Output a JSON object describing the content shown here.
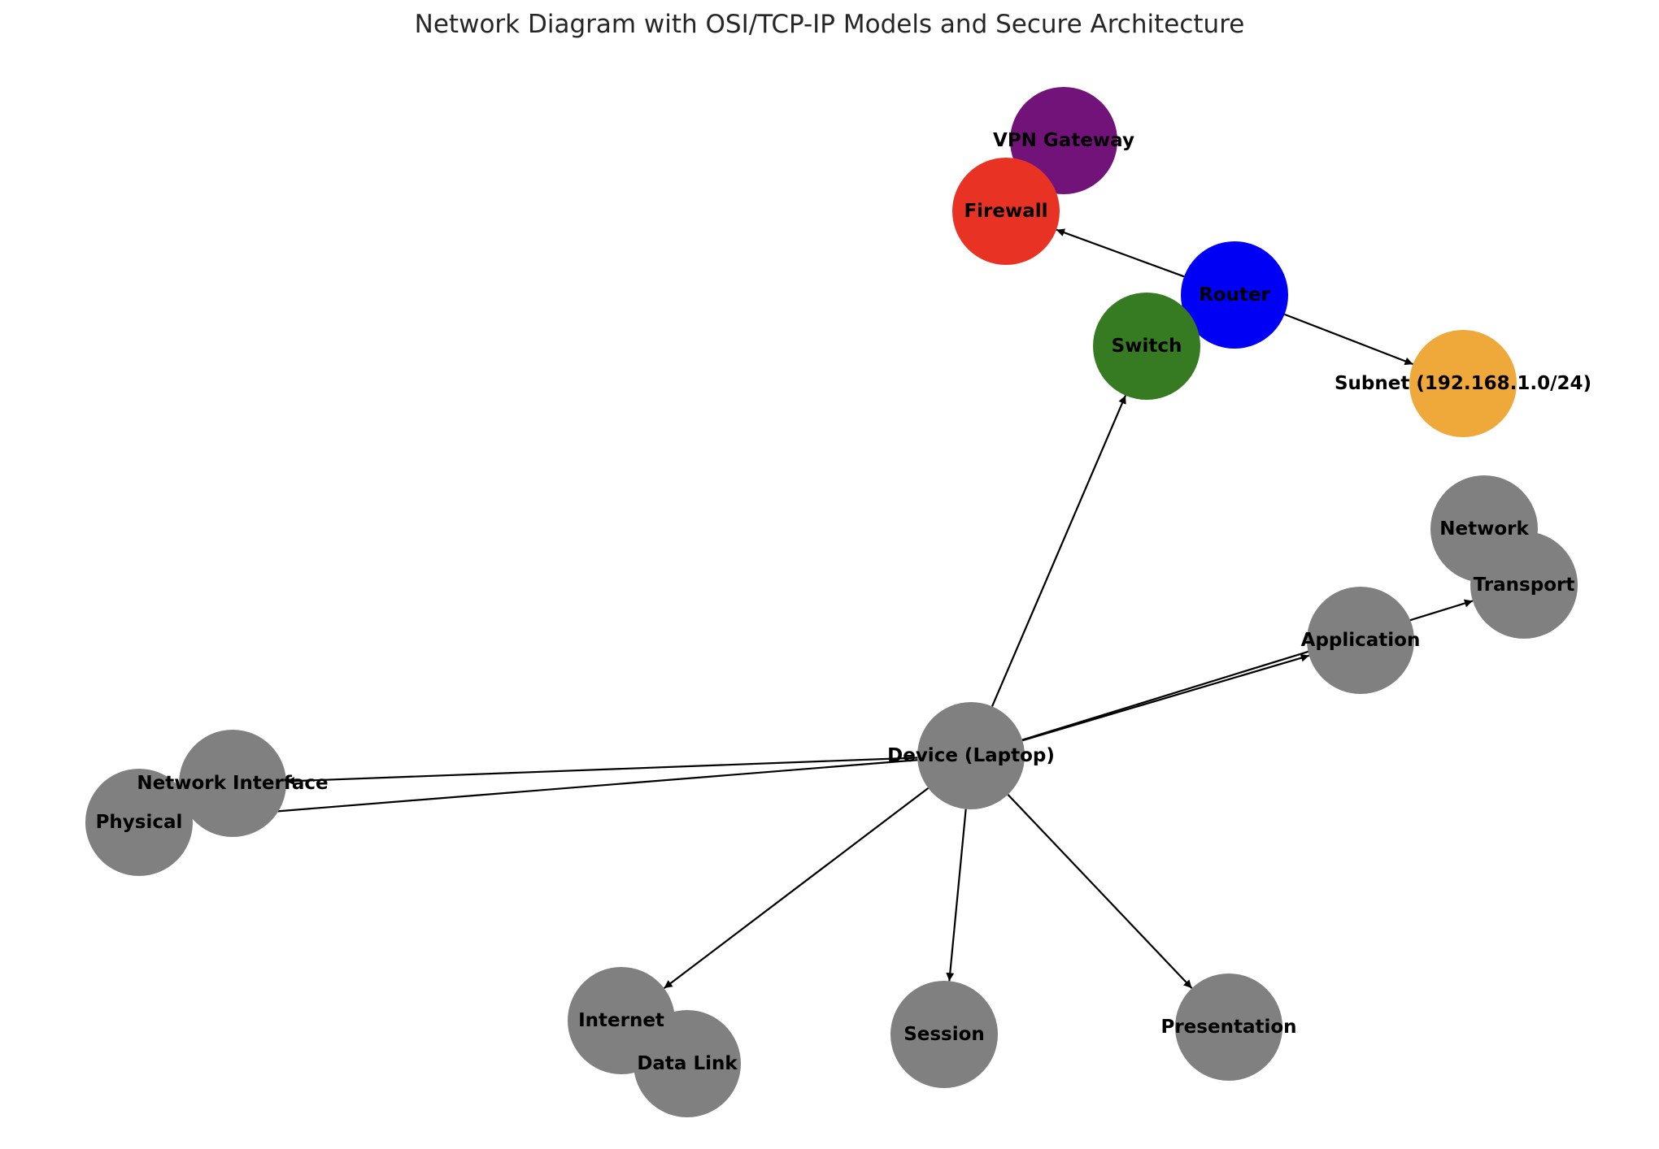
{
  "title": "Network Diagram with OSI/TCP-IP Models and Secure Architecture",
  "nodes": [
    {
      "id": "vpn",
      "label": "VPN Gateway",
      "color": "#72137a"
    },
    {
      "id": "firewall",
      "label": "Firewall",
      "color": "#e83324"
    },
    {
      "id": "router",
      "label": "Router",
      "color": "#0000f5"
    },
    {
      "id": "switch",
      "label": "Switch",
      "color": "#367a21"
    },
    {
      "id": "subnet",
      "label": "Subnet (192.168.1.0/24)",
      "color": "#efa93b"
    },
    {
      "id": "network",
      "label": "Network",
      "color": "#808080"
    },
    {
      "id": "transport",
      "label": "Transport",
      "color": "#808080"
    },
    {
      "id": "application",
      "label": "Application",
      "color": "#808080"
    },
    {
      "id": "device",
      "label": "Device (Laptop)",
      "color": "#808080"
    },
    {
      "id": "netiface",
      "label": "Network Interface",
      "color": "#808080"
    },
    {
      "id": "physical",
      "label": "Physical",
      "color": "#808080"
    },
    {
      "id": "internet",
      "label": "Internet",
      "color": "#808080"
    },
    {
      "id": "datalink",
      "label": "Data Link",
      "color": "#808080"
    },
    {
      "id": "session",
      "label": "Session",
      "color": "#808080"
    },
    {
      "id": "presentation",
      "label": "Presentation",
      "color": "#808080"
    }
  ],
  "edges": [
    {
      "from": "router",
      "to": "firewall"
    },
    {
      "from": "router",
      "to": "subnet"
    },
    {
      "from": "device",
      "to": "switch"
    },
    {
      "from": "device",
      "to": "application"
    },
    {
      "from": "device",
      "to": "transport"
    },
    {
      "from": "device",
      "to": "netiface"
    },
    {
      "from": "device",
      "to": "physical"
    },
    {
      "from": "device",
      "to": "internet"
    },
    {
      "from": "device",
      "to": "session"
    },
    {
      "from": "device",
      "to": "presentation"
    }
  ]
}
